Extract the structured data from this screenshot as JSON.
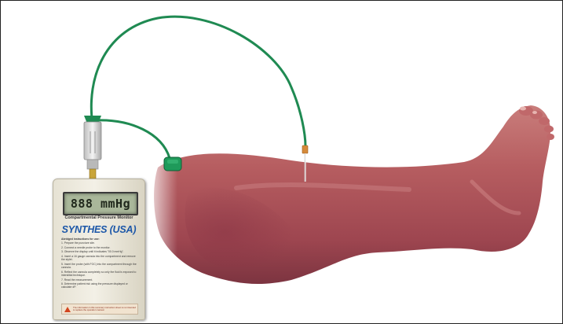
{
  "device": {
    "display_text": "888 mmHg",
    "title": "Compartmental Pressure Monitor",
    "subtitle": "",
    "brand": "SYNTHES (USA)",
    "instructions_heading": "Abridged instructions for use:",
    "steps": [
      "1. Prepare the puncture site.",
      "2. Connect a needle probe to the monitor.",
      "3. Observe the display until it indicates \"00.0 mmHg\".",
      "4. Insert a 16 gauge cannula into the compartment and remove the stylet.",
      "5. Insert the probe (with FOC) into the compartment through the cannula.",
      "6. Reflect the cannula completely so only the fluid is exposed to interstitial technique.",
      "7. Read the measurement.",
      "8. Determine patient risk using the pressure displayed or calculate dP."
    ],
    "warning_text": "The information in this summary instruction sheet is not intended to replace the operation manual."
  },
  "colors": {
    "tubing": "#1f8a52",
    "skin": "#b75a61",
    "device_case": "#efebdf",
    "brand_blue": "#1c57a8",
    "needle_hub": "#d58a3a"
  }
}
